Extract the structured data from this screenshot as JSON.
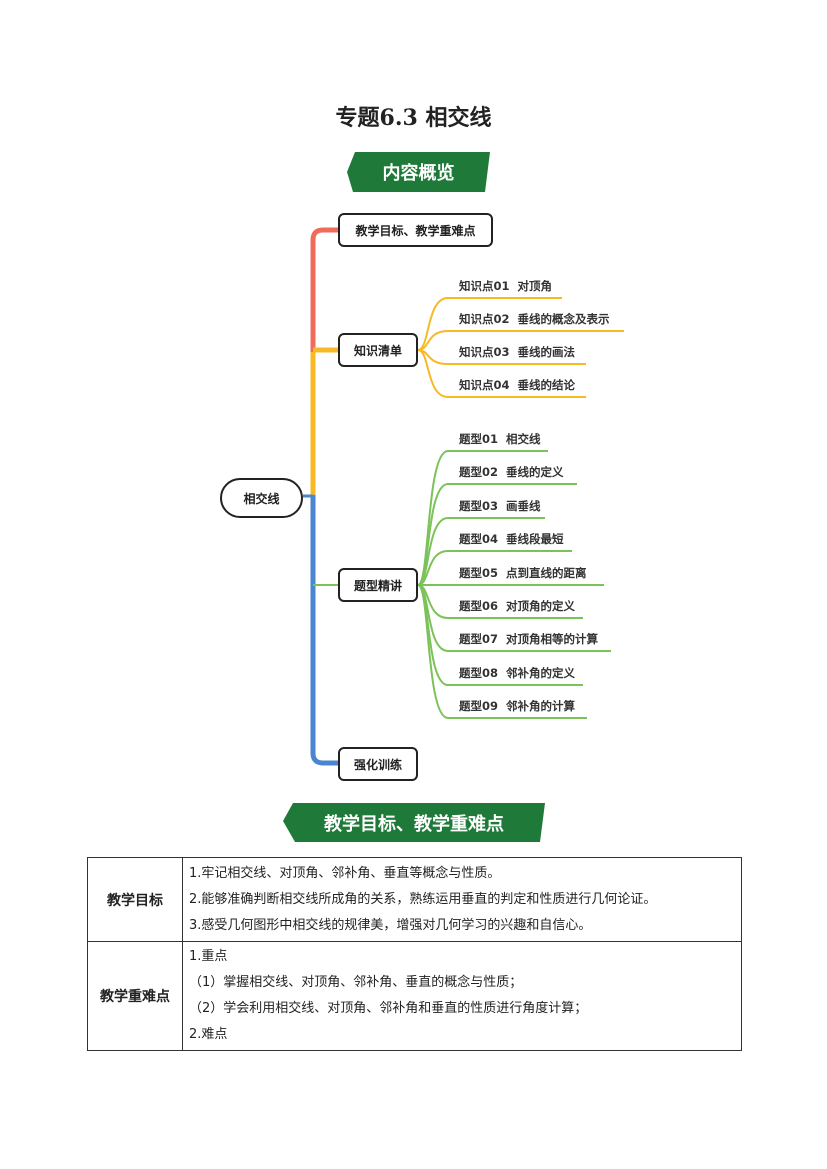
{
  "title": "专题6.3  相交线",
  "overview_banner": "内容概览",
  "mindmap": {
    "root": "相交线",
    "branch_goals": "教学目标、教学重难点",
    "branch_knowledge": "知识清单",
    "knowledge_items": [
      "知识点01  对顶角",
      "知识点02  垂线的概念及表示",
      "知识点03  垂线的画法",
      "知识点04  垂线的结论"
    ],
    "branch_types": "题型精讲",
    "type_items": [
      "题型01  相交线",
      "题型02  垂线的定义",
      "题型03  画垂线",
      "题型04  垂线段最短",
      "题型05  点到直线的距离",
      "题型06  对顶角的定义",
      "题型07  对顶角相等的计算",
      "题型08  邻补角的定义",
      "题型09  邻补角的计算"
    ],
    "branch_training": "强化训练",
    "colors": {
      "red": "#ef6b5a",
      "yellow": "#f7b924",
      "blue": "#4a86d0",
      "green": "#7cc25a",
      "banner": "#1f7a3a"
    }
  },
  "goals_banner": "教学目标、教学重难点",
  "table": {
    "row1_header": "教学目标",
    "row1_lines": [
      "1.牢记相交线、对顶角、邻补角、垂直等概念与性质。",
      "2.能够准确判断相交线所成角的关系，熟练运用垂直的判定和性质进行几何论证。",
      "3.感受几何图形中相交线的规律美，增强对几何学习的兴趣和自信心。"
    ],
    "row2_header": "教学重难点",
    "row2_lines": [
      "1.重点",
      "（1）掌握相交线、对顶角、邻补角、垂直的概念与性质；",
      "（2）学会利用相交线、对顶角、邻补角和垂直的性质进行角度计算；",
      "2.难点"
    ]
  }
}
